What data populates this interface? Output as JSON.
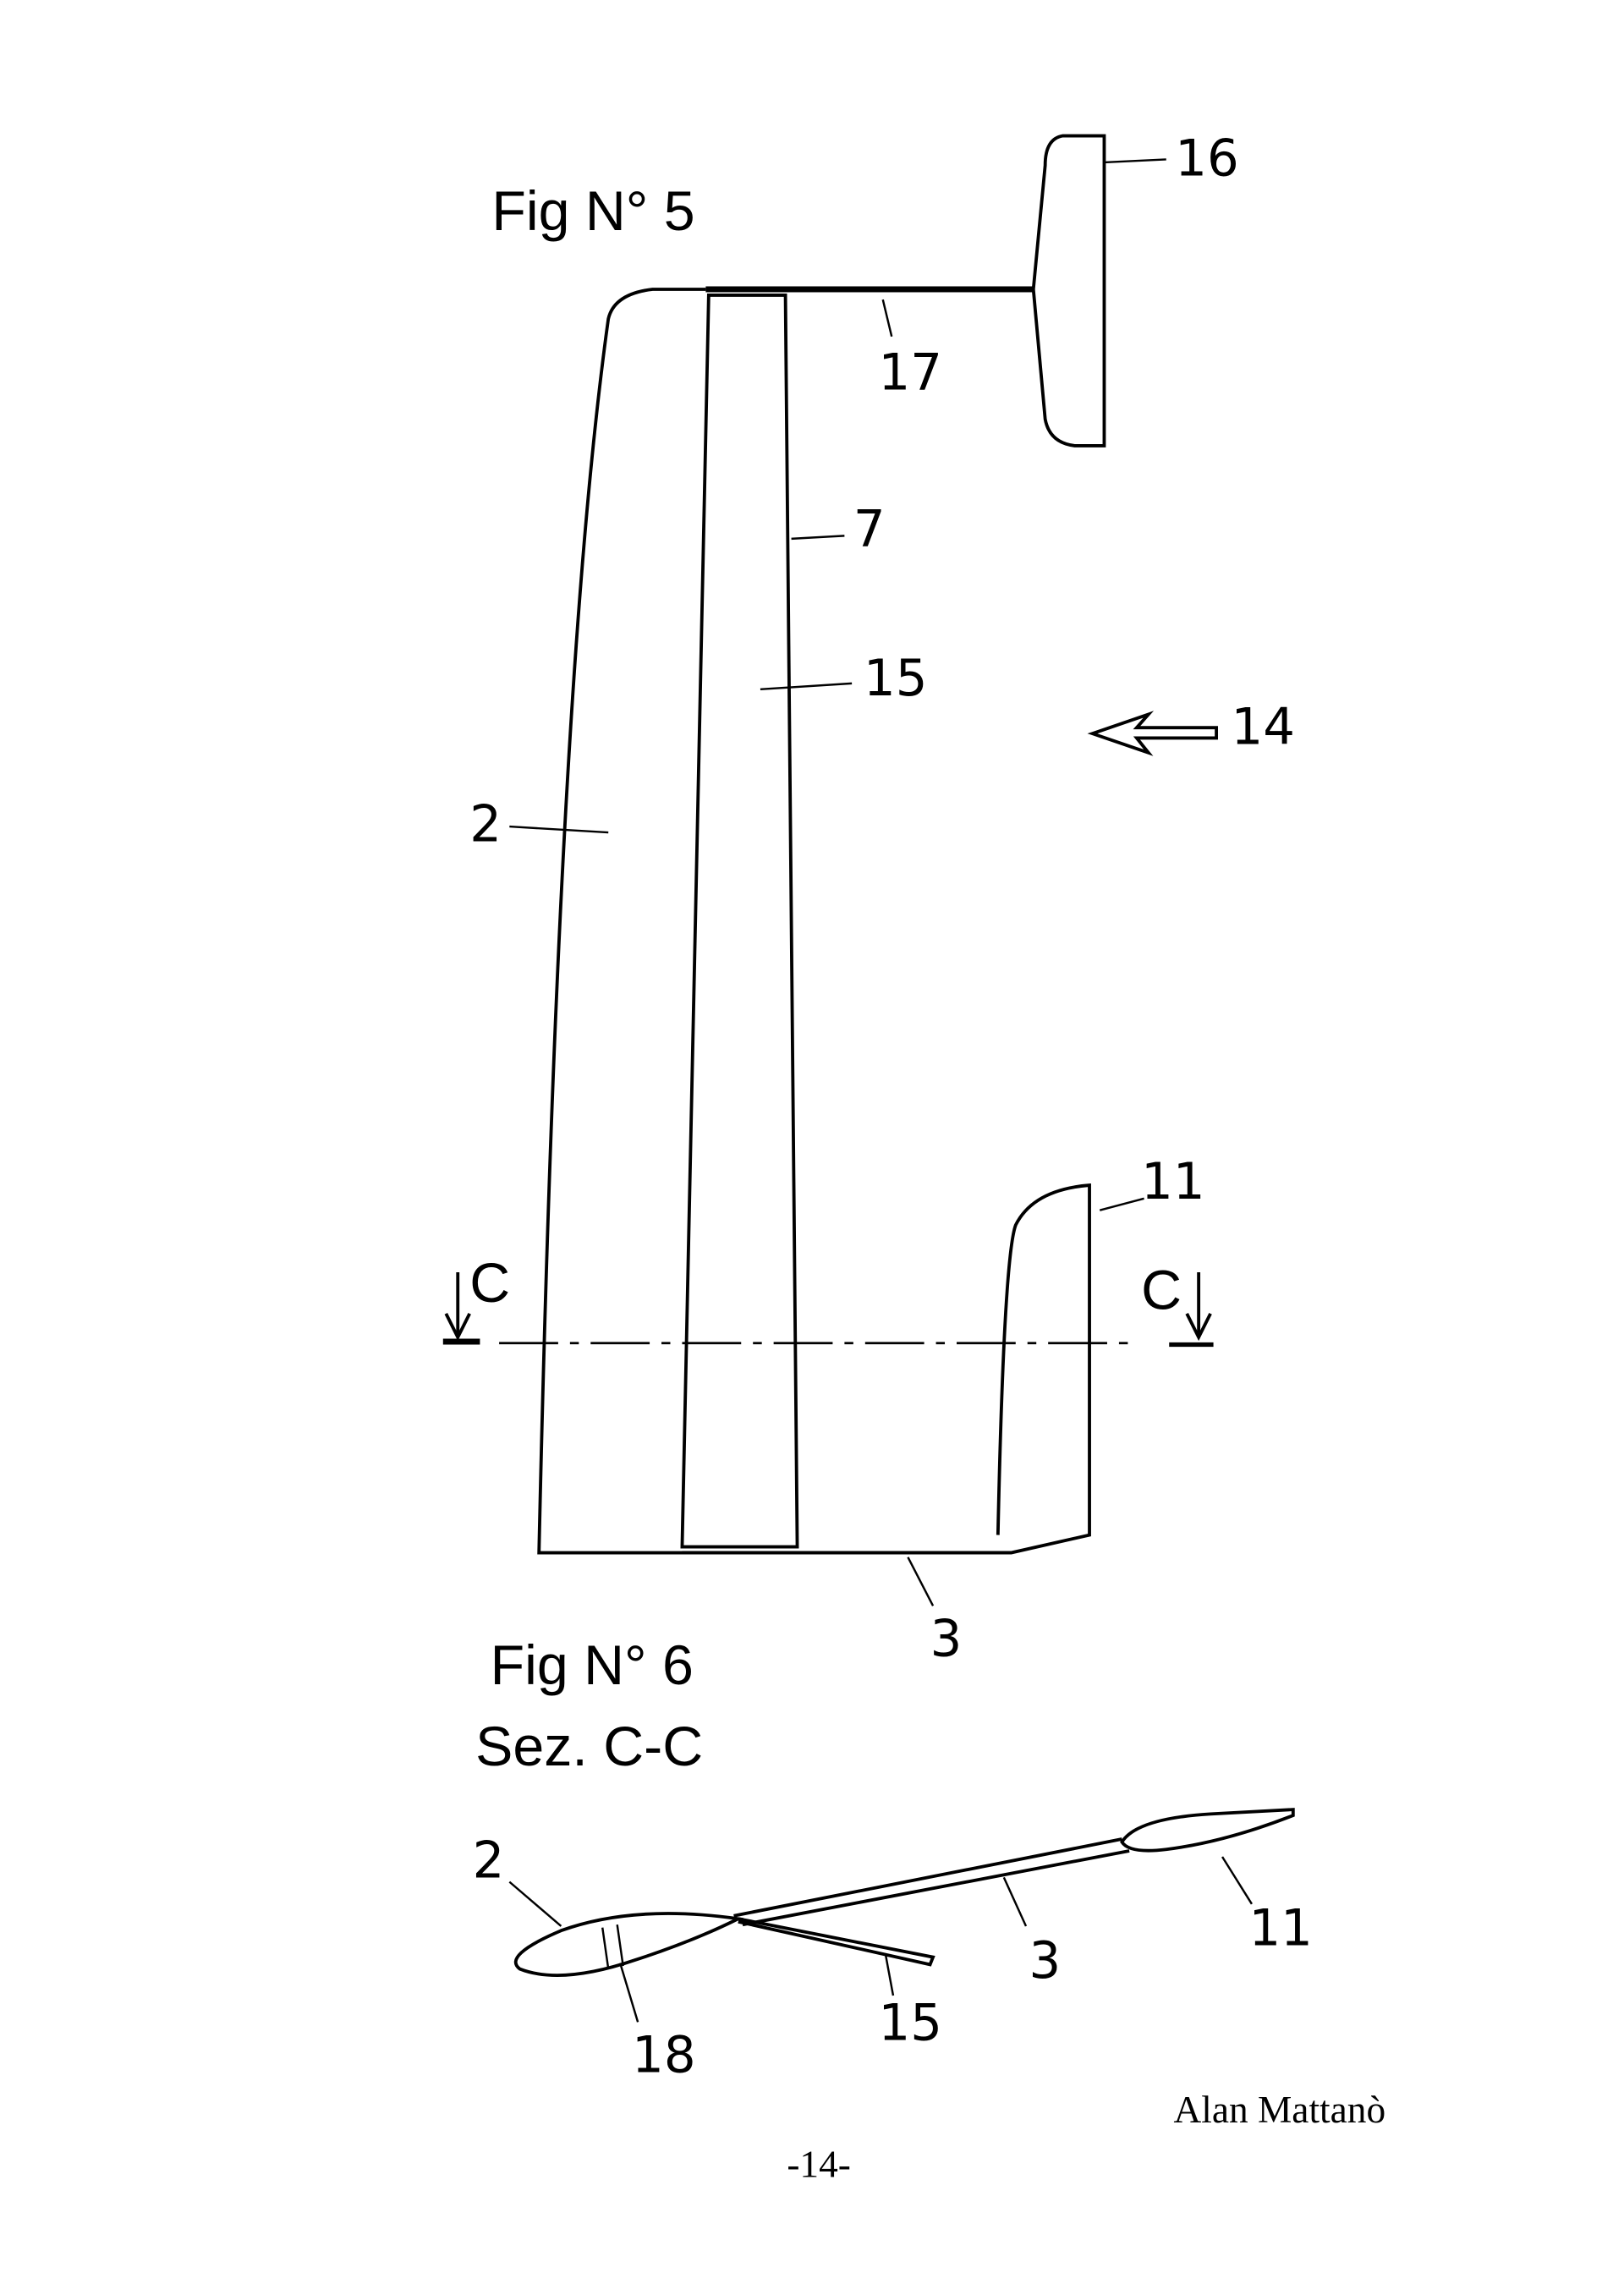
{
  "figure5": {
    "title": "Fig N° 5",
    "labels": {
      "l16": "16",
      "l17": "17",
      "l7": "7",
      "l15": "15",
      "l14": "14",
      "l2": "2",
      "l11": "11",
      "l3": "3",
      "cLeft": "C",
      "cRight": "C"
    }
  },
  "figure6": {
    "title": "Fig N° 6",
    "subtitle": "Sez. C-C",
    "labels": {
      "l2": "2",
      "l11": "11",
      "l3": "3",
      "l15": "15",
      "l18": "18"
    }
  },
  "footer": {
    "author": "Alan Mattanò",
    "page": "-14-"
  }
}
